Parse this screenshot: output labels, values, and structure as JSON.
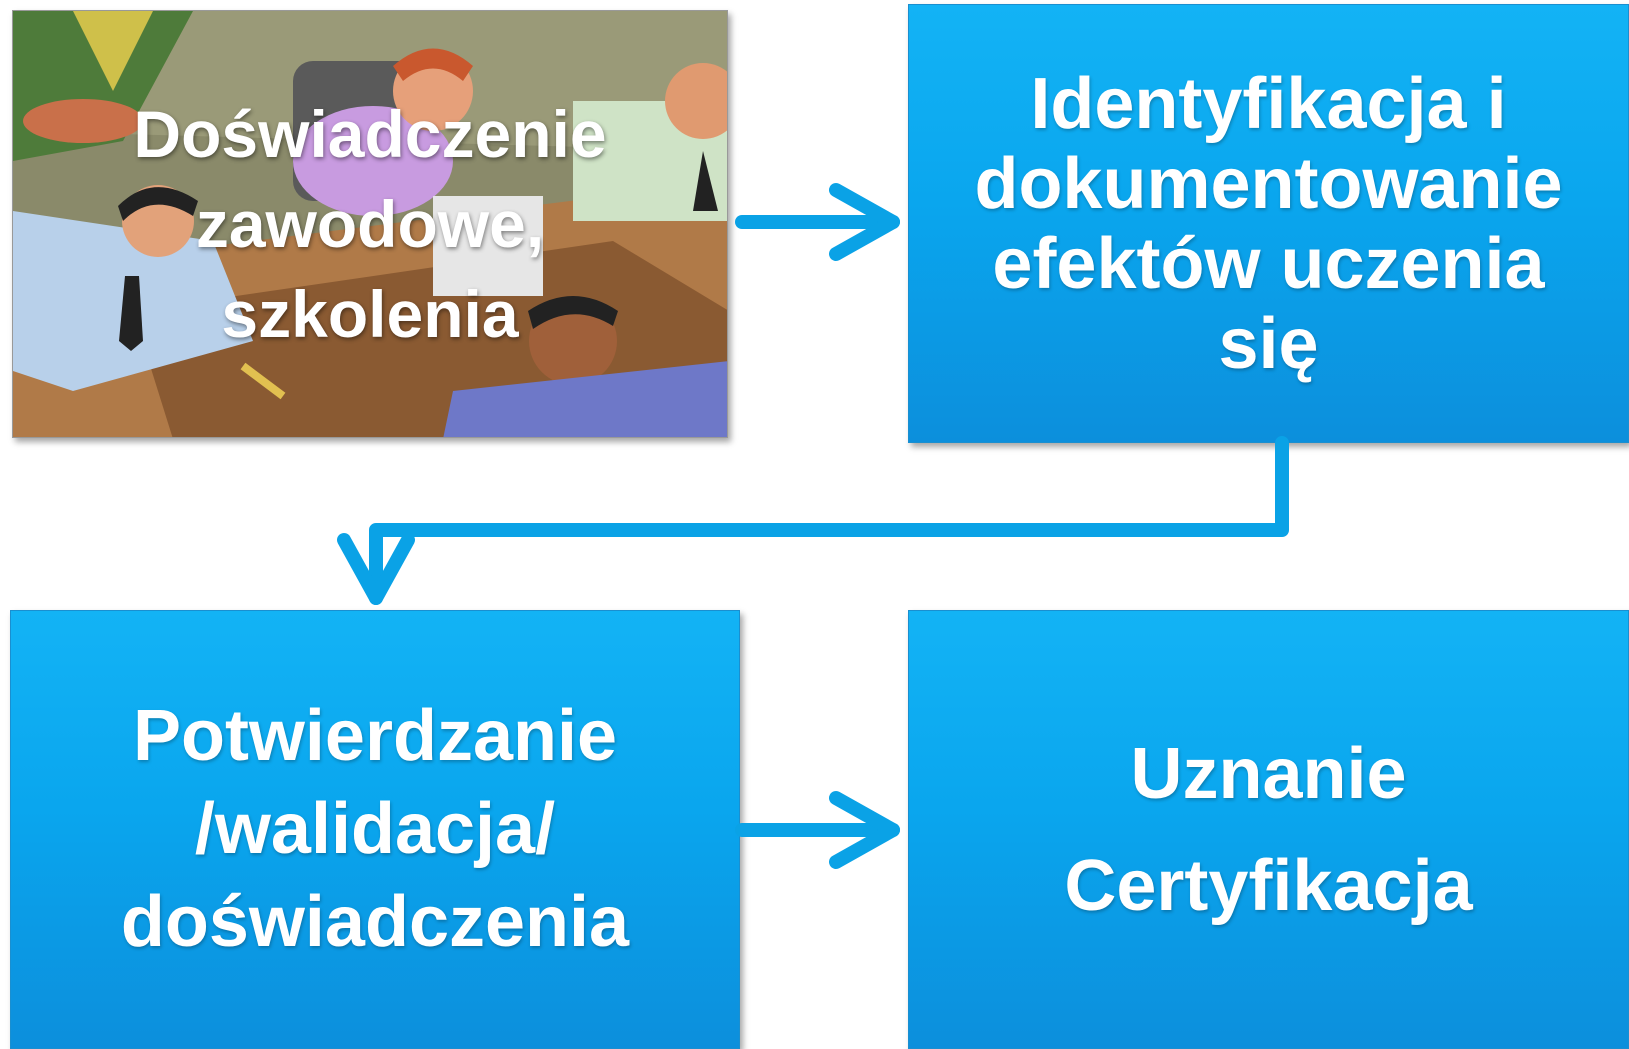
{
  "diagram": {
    "nodes": [
      {
        "id": "experience",
        "lines": [
          "Doświadczenie",
          "zawodowe,",
          "szkolenia"
        ]
      },
      {
        "id": "identification",
        "lines": [
          "Identyfikacja i",
          "dokumentowanie",
          "efektów uczenia",
          "się"
        ]
      },
      {
        "id": "validation",
        "lines": [
          "Potwierdzanie",
          "/walidacja/",
          "doświadczenia"
        ]
      },
      {
        "id": "certification",
        "lines": [
          "Uznanie",
          "Certyfikacja"
        ]
      }
    ],
    "edges": [
      {
        "from": "experience",
        "to": "identification"
      },
      {
        "from": "identification",
        "to": "validation"
      },
      {
        "from": "validation",
        "to": "certification"
      }
    ],
    "colors": {
      "box": "#0aa6ee",
      "arrow": "#0aa2e6",
      "text": "#ffffff"
    }
  }
}
